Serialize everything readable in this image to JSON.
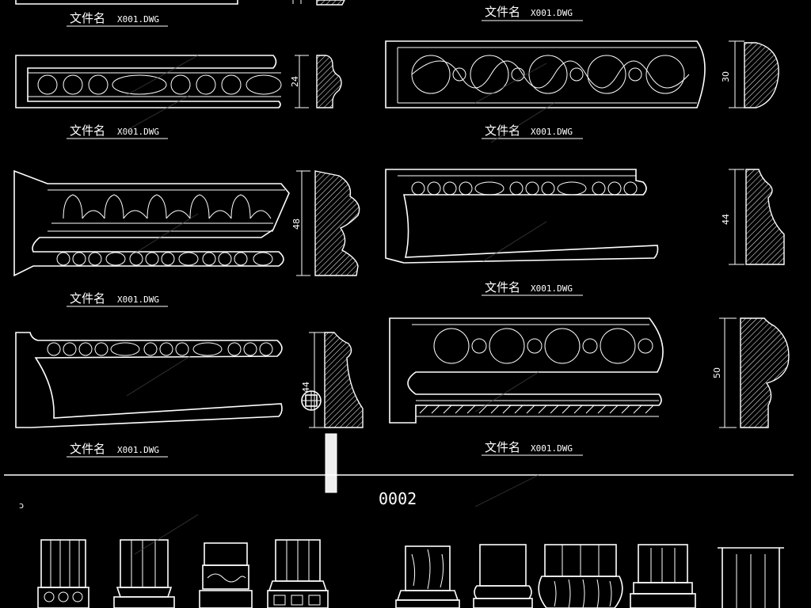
{
  "drawing": {
    "title_prefix": "文件名",
    "file_code": "X001.DWG",
    "section_number": "0002",
    "section_mark": "ɔ"
  },
  "panels": [
    {
      "id": "top-left-partial"
    },
    {
      "id": "top-right-partial"
    },
    {
      "id": "left-1",
      "dimension": "24"
    },
    {
      "id": "right-1",
      "dimension": "30"
    },
    {
      "id": "left-2",
      "dimension": "48"
    },
    {
      "id": "right-2",
      "dimension": "44"
    },
    {
      "id": "left-3",
      "dimension": "44"
    },
    {
      "id": "right-3",
      "dimension": "50"
    }
  ],
  "colors": {
    "background": "#000000",
    "line": "#ffffff",
    "watermark": "#444444"
  }
}
